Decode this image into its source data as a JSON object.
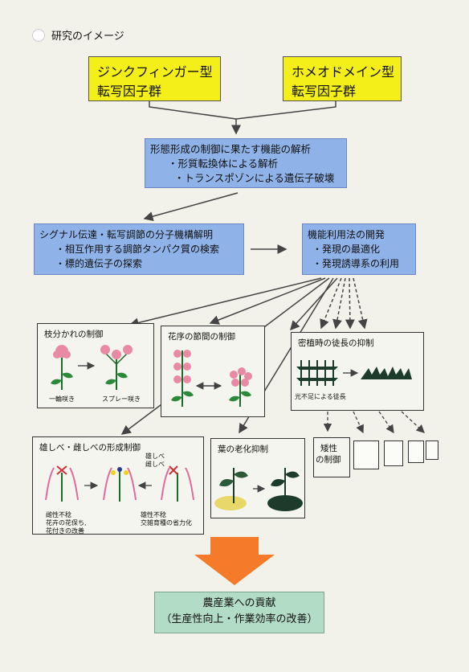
{
  "heading": "研究のイメージ",
  "top_boxes": [
    {
      "line1": "ジンクフィンガー型",
      "line2": "転写因子群"
    },
    {
      "line1": "ホメオドメイン型",
      "line2": "転写因子群"
    }
  ],
  "analysis_box": {
    "lines": [
      "形態形成の制御に果たす機能の解析",
      "・形質転換体による解析",
      "・トランスポゾンによる遺伝子破壊"
    ]
  },
  "signal_box": {
    "lines": [
      "シグナル伝達・転写調節の分子機構解明",
      "・相互作用する調節タンパク質の検索",
      "・標的遺伝子の探索"
    ]
  },
  "usage_box": {
    "lines": [
      "機能利用法の開発",
      "・発現の最適化",
      "・発現誘導系の利用"
    ]
  },
  "panels": {
    "branching": {
      "title": "枝分かれの制御",
      "label_left": "一輪咲き",
      "label_right": "スプレー咲き"
    },
    "inflorescence": {
      "title": "花序の節間の制御"
    },
    "dense": {
      "title": "密植時の徒長の抑制",
      "caption": "光不足による徒長"
    },
    "stamen": {
      "title": "雄しべ・雌しべの形成制御",
      "stamen_label": "雄しべ",
      "pistil_label": "雌しべ",
      "left_notes": [
        "雌性不稔",
        "花卉の花保ち,",
        "花付きの改善"
      ],
      "right_notes": [
        "雄性不稔",
        "交雑育種の省力化"
      ]
    },
    "leaf": {
      "title": "葉の老化抑制"
    },
    "dwarf": {
      "title_lines": [
        "矮性",
        "の制御"
      ]
    }
  },
  "bottom_box": {
    "line1": "農産業への貢献",
    "line2": "（生産性向上・作業効率の改善）"
  },
  "colors": {
    "yellow": "#f4ee19",
    "blue": "#8fb2e8",
    "green": "#b3dcc6",
    "orange": "#f57a2a",
    "pink": "#e98aa4"
  }
}
